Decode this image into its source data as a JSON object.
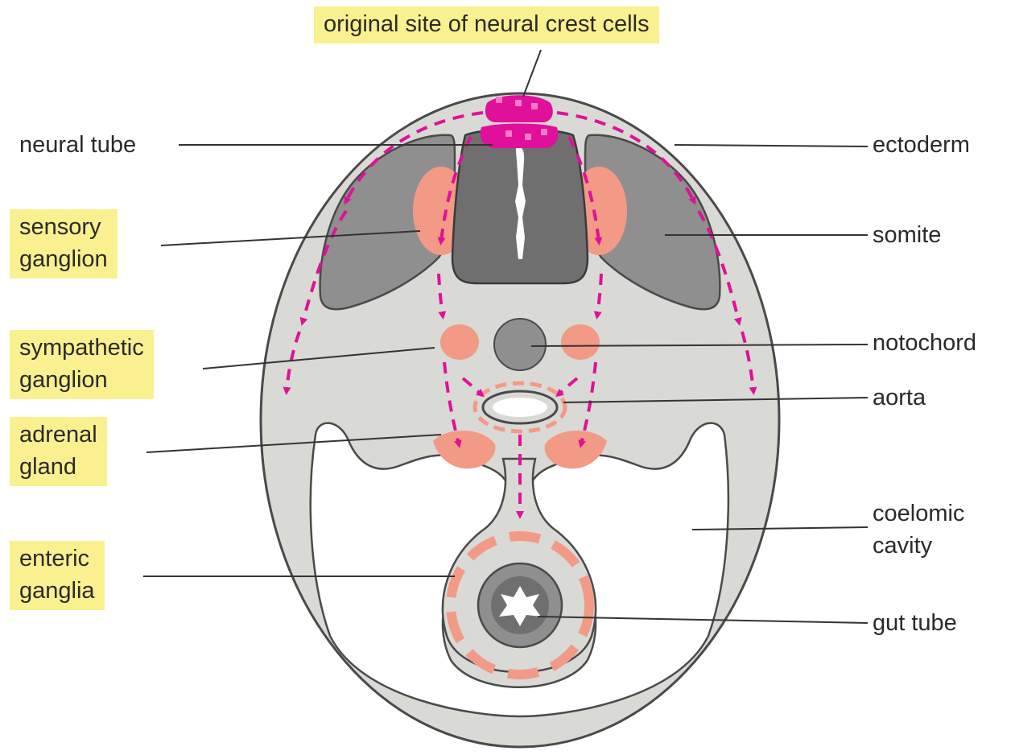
{
  "colors": {
    "body": "#d9d9d6",
    "outline": "#4a4a4a",
    "somite": "#8f8f8f",
    "neural_tube": "#6f6f6f",
    "ganglion": "#f29a86",
    "migration_arrow": "#e0109a",
    "label_highlight": "#fbf08f"
  },
  "labels": {
    "top": "original site of neural crest cells",
    "left": {
      "neural_tube": "neural tube",
      "sensory_ganglion": [
        "sensory",
        "ganglion"
      ],
      "sympathetic_ganglion": [
        "sympathetic",
        "ganglion"
      ],
      "adrenal_gland": [
        "adrenal",
        "gland"
      ],
      "enteric_ganglia": [
        "enteric",
        "ganglia"
      ]
    },
    "right": {
      "ectoderm": "ectoderm",
      "somite": "somite",
      "notochord": "notochord",
      "aorta": "aorta",
      "coelomic_cavity": [
        "coelomic",
        "cavity"
      ],
      "gut_tube": "gut tube"
    }
  }
}
